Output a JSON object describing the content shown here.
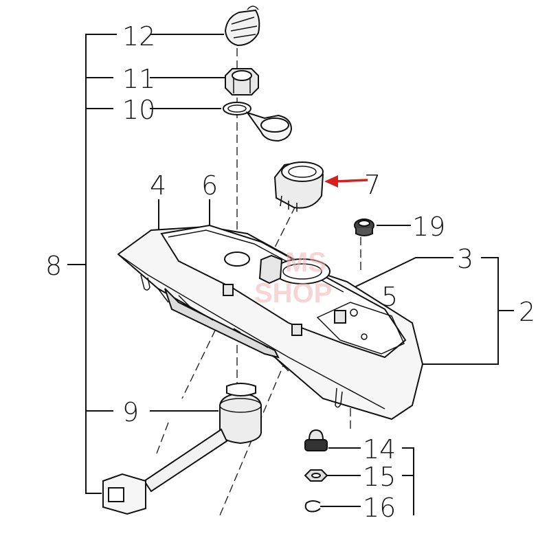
{
  "callouts": {
    "c2": "2",
    "c3": "3",
    "c4": "4",
    "c5": "5",
    "c6": "6",
    "c7": "7",
    "c8": "8",
    "c9": "9",
    "c10": "10",
    "c11": "11",
    "c12": "12",
    "c14": "14",
    "c15": "15",
    "c16": "16",
    "c19": "19"
  },
  "watermark": {
    "line1": "MS",
    "line2": "SHOP"
  },
  "colors": {
    "arrow": "#d62020",
    "ink": "#111111",
    "body_fill": "#f2f2f2",
    "watermark": "#f3b3b3"
  }
}
